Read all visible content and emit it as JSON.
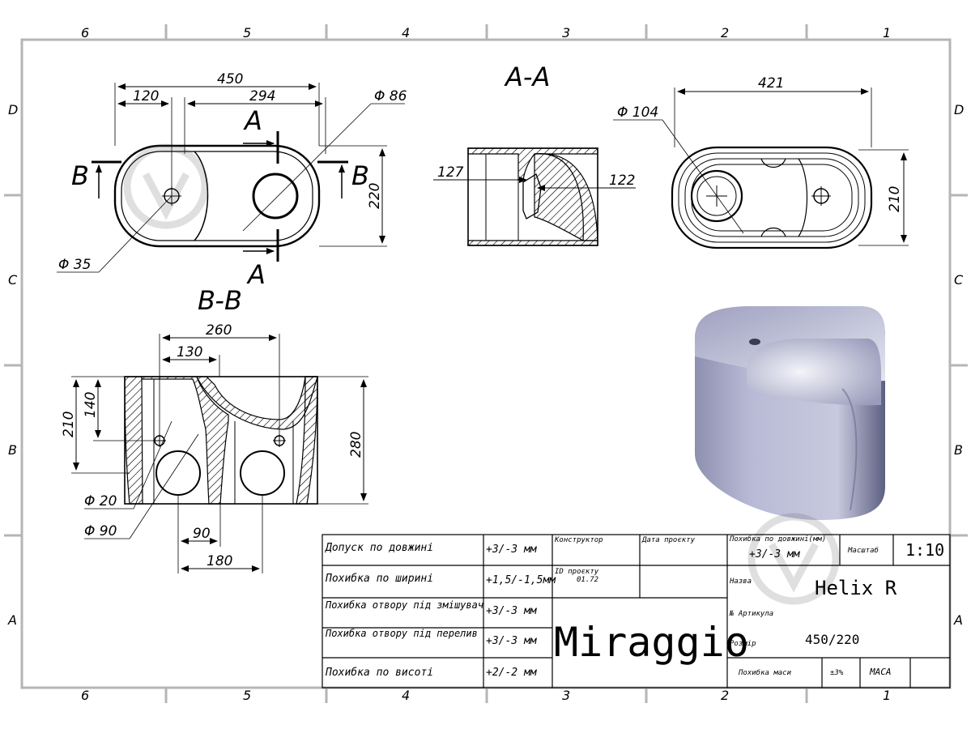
{
  "frame": {
    "zones_top": [
      "6",
      "5",
      "4",
      "3",
      "2",
      "1"
    ],
    "zones_side": [
      "D",
      "C",
      "B",
      "A"
    ]
  },
  "views": {
    "top": {
      "dims": [
        "450",
        "120",
        "294",
        "220"
      ],
      "diameters": [
        "Φ 86",
        "Φ 35"
      ],
      "section_a": "A",
      "section_b": "B"
    },
    "section_aa": {
      "title": "A-A",
      "dims": [
        "127",
        "122"
      ]
    },
    "right": {
      "dims": [
        "421",
        "210"
      ],
      "diameter": "Φ 104"
    },
    "section_bb": {
      "title": "B-B",
      "dims": [
        "260",
        "130",
        "210",
        "140",
        "280",
        "90",
        "180"
      ],
      "diameters": [
        "Φ 20",
        "Φ 90"
      ]
    }
  },
  "title_block": {
    "tolerances": [
      {
        "label": "Допуск по довжині",
        "value": "+3/-3 мм"
      },
      {
        "label": "Похибка по ширині",
        "value": "+1,5/-1,5мм"
      },
      {
        "label": "Похибка отвору під змішувач",
        "value": "+3/-3 мм"
      },
      {
        "label": "Похибка отвору під перелив",
        "value": "+3/-3 мм"
      },
      {
        "label": "Похибка по висоті",
        "value": "+2/-2 мм"
      }
    ],
    "designer_label": "Конструктор",
    "project_date_label": "Дата проєкту",
    "project_id_label": "ID проєкту",
    "project_id": "01.72",
    "brand": "Miraggio",
    "length_tol_label": "Похибка по довжині(мм)",
    "length_tol_value": "+3/-3 мм",
    "scale_label": "Масштаб",
    "scale_value": "1:10",
    "name_label": "Назва",
    "name_value": "Helix R",
    "article_label": "№ Артикула",
    "size_label": "Розмір",
    "size_value": "450/220",
    "mass_tol_label": "Похибка маси",
    "mass_tol_value": "±3%",
    "mass_label": "МАСА"
  }
}
